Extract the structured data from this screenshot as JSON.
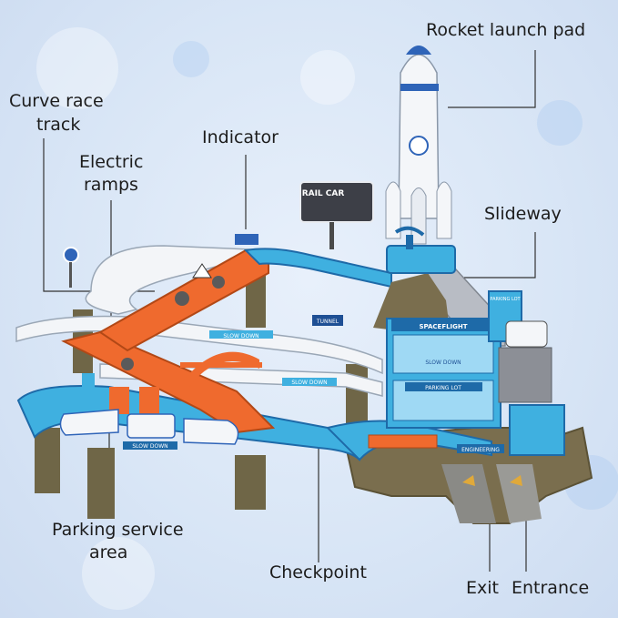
{
  "labels": {
    "rocket_launch_pad": "Rocket launch pad",
    "curve_race_track_1": "Curve race",
    "curve_race_track_2": "track",
    "indicator": "Indicator",
    "electric_ramps_1": "Electric",
    "electric_ramps_2": "ramps",
    "slideway": "Slideway",
    "parking_service_area_1": "Parking service",
    "parking_service_area_2": "area",
    "checkpoint": "Checkpoint",
    "exit": "Exit",
    "entrance": "Entrance"
  },
  "toy_text": {
    "rail_car_sign": "RAIL CAR",
    "tunnel_sign": "TUNNEL",
    "slow_down_1": "SLOW DOWN",
    "slow_down_2": "SLOW DOWN",
    "slow_down_3": "SLOW DOWN",
    "spaceflight": "SPACEFLIGHT",
    "slow_down_building": "SLOW DOWN",
    "parking_lot_building": "PARKING LOT",
    "parking_lot_tower": "PARKING LOT",
    "engineering": "ENGINEERING"
  },
  "colors": {
    "orange": "#ef6a2e",
    "blue": "#3fb0e0",
    "dark_blue": "#1e6aa8",
    "white_track": "#f3f5f8",
    "rock": "#7a6e4e",
    "background": "#dbe7f6"
  }
}
